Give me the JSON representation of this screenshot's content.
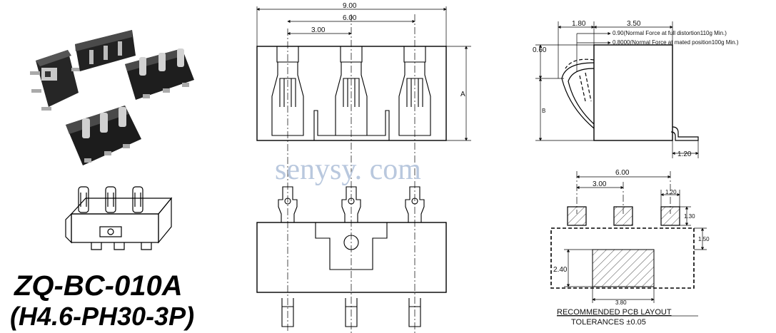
{
  "product": {
    "model": "ZQ-BC-010A",
    "spec": "(H4.6-PH30-3P)"
  },
  "watermark": "senysy. com",
  "front_view": {
    "dim_overall": "9.00",
    "dim_outer_pitch": "6.00",
    "dim_pitch": "3.00",
    "dim_height_label": "A"
  },
  "side_view": {
    "dim_top_offset": "1.80",
    "dim_depth": "3.50",
    "dim_contact_top": "0.60",
    "note_full": "0.90(Normal Force at full distortion110g Min.)",
    "note_mated": "0.8000(Normal Force at mated position100g Min.)",
    "dim_height_label": "B",
    "dim_tail": "1.20"
  },
  "pcb_layout": {
    "dim_outer_pitch": "6.00",
    "dim_pitch": "3.00",
    "dim_pad_width": "1.20",
    "dim_pad_height": "1.30",
    "dim_gap": "1.50",
    "dim_big_pad_height": "2.40",
    "dim_big_pad_width": "3.80",
    "title": "RECOMMENDED PCB LAYOUT",
    "tolerance": "TOLERANCES ±0.05"
  }
}
